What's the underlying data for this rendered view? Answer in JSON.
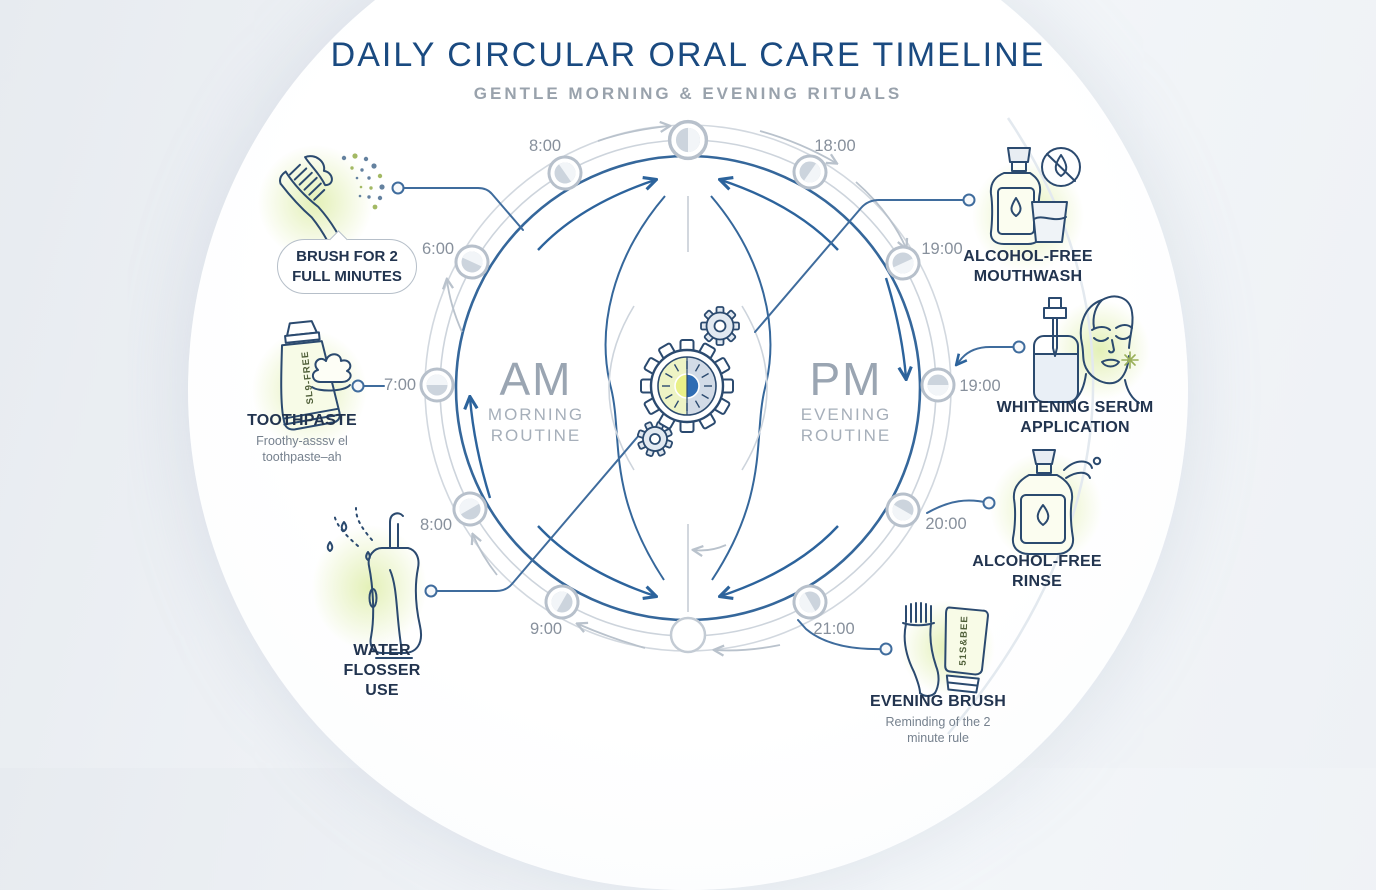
{
  "header": {
    "title": "DAILY CIRCULAR ORAL CARE TIMELINE",
    "subtitle": "GENTLE MORNING & EVENING RITUALS"
  },
  "center": {
    "am": {
      "abbr": "AM",
      "line1": "MORNING",
      "line2": "ROUTINE"
    },
    "pm": {
      "abbr": "PM",
      "line1": "EVENING",
      "line2": "ROUTINE"
    }
  },
  "timeline": {
    "times": [
      "8:00",
      "18:00",
      "6:00",
      "19:00",
      "7:00",
      "19:00",
      "8:00",
      "20:00",
      "9:00",
      "21:00"
    ]
  },
  "items": {
    "brush": {
      "label": "BRUSH FOR 2 FULL MINUTES"
    },
    "toothpaste": {
      "title": "TOOTHPASTE",
      "subtitle1": "Froothy-asssv el",
      "subtitle2": "toothpaste–ah",
      "tube_text": "SL9-FREE"
    },
    "flosser": {
      "title": "WATER FLOSSER USE"
    },
    "mouthwash": {
      "title": "ALCOHOL-FREE MOUTHWASH"
    },
    "serum": {
      "title": "WHITENING SERUM APPLICATION"
    },
    "rinse": {
      "title": "ALCOHOL-FREE RINSE"
    },
    "evening": {
      "title": "EVENING BRUSH",
      "subtitle": "Reminding of the 2 minute rule",
      "tube_text": "51S&BEE"
    }
  },
  "colors": {
    "title_blue": "#1a4a80",
    "accent_blue": "#35679b",
    "icon_ink": "#2b4a6f",
    "gray_text": "#87909c",
    "ring_gray": "#cdd4dc",
    "highlight_green": "#cde47d",
    "day_half": "#eef4c5",
    "night_half": "#d2dbe7"
  }
}
